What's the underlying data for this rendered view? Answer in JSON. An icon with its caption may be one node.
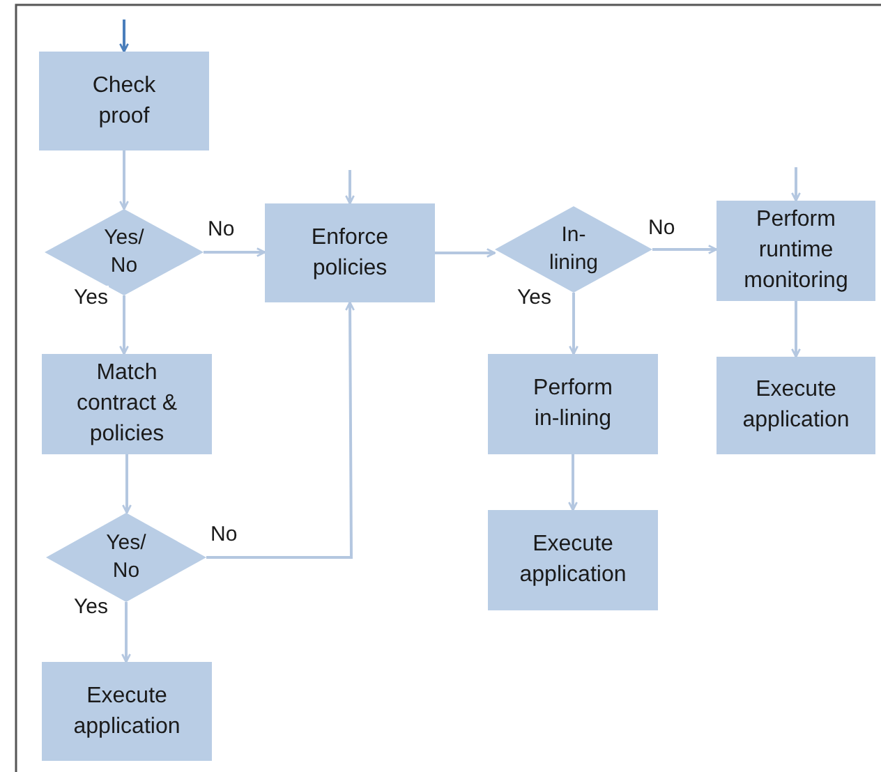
{
  "diagram": {
    "nodes": [
      {
        "text": [
          "Check proof"
        ]
      },
      {
        "text": [
          "Yes/ No"
        ]
      },
      {
        "text": [
          "Enforce policies"
        ]
      },
      {
        "text": [
          "Match contract & policies"
        ]
      },
      {
        "text": [
          "Yes/ No"
        ]
      },
      {
        "text": [
          "Execute application"
        ]
      },
      {
        "text": [
          "In- lining"
        ]
      },
      {
        "text": [
          "Perform runtime monitoring"
        ]
      },
      {
        "text": [
          "Perform in-lining"
        ]
      },
      {
        "text": [
          "Execute application"
        ]
      },
      {
        "text": [
          "Execute application"
        ]
      }
    ],
    "edges": [
      {
        "from": null,
        "to": 0,
        "arrow": "to",
        "color": "#4a7ebb"
      },
      {
        "from": 0,
        "to": 1,
        "arrow": "to"
      },
      {
        "from": 1,
        "to": 2,
        "arrow": "to",
        "label": "No"
      },
      {
        "from": 1,
        "to": 3,
        "arrow": "to",
        "label": "Yes"
      },
      {
        "from": 3,
        "to": 4,
        "arrow": "to"
      },
      {
        "from": 4,
        "to": 5,
        "arrow": "to",
        "label": "Yes"
      },
      {
        "from": 4,
        "to": 2,
        "arrow": "to",
        "label": "No"
      },
      {
        "from": null,
        "to": 2,
        "arrow": "to"
      },
      {
        "from": 2,
        "to": 6,
        "arrow": "to"
      },
      {
        "from": 6,
        "to": 7,
        "arrow": "to",
        "label": "No"
      },
      {
        "from": 6,
        "to": 8,
        "arrow": "to",
        "label": "Yes"
      },
      {
        "from": 8,
        "to": 9,
        "arrow": "to"
      },
      {
        "from": null,
        "to": 7,
        "arrow": "to"
      },
      {
        "from": 7,
        "to": 10,
        "arrow": "to"
      }
    ]
  }
}
